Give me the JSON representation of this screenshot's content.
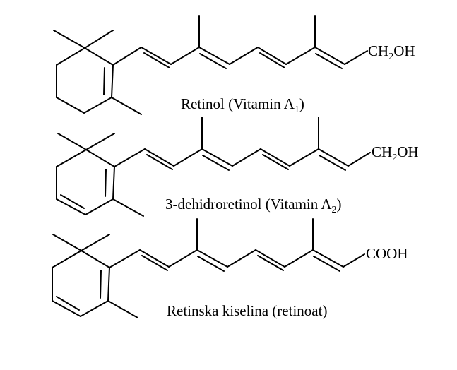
{
  "structures": [
    {
      "id": "retinol",
      "end_group": {
        "main": "CH",
        "sub": "2",
        "tail": "OH"
      },
      "caption": {
        "main": "Retinol (Vitamin A",
        "sub": "1",
        "tail": ")"
      }
    },
    {
      "id": "dehydroretinol",
      "end_group": {
        "main": "CH",
        "sub": "2",
        "tail": "OH"
      },
      "caption": {
        "main": "3-dehidroretinol (Vitamin A",
        "sub": "2",
        "tail": ")"
      }
    },
    {
      "id": "retinoic-acid",
      "end_group": {
        "main": "COOH",
        "sub": "",
        "tail": ""
      },
      "caption": {
        "main": "Retinska kiselina (retinoat)",
        "sub": "",
        "tail": ""
      }
    }
  ]
}
